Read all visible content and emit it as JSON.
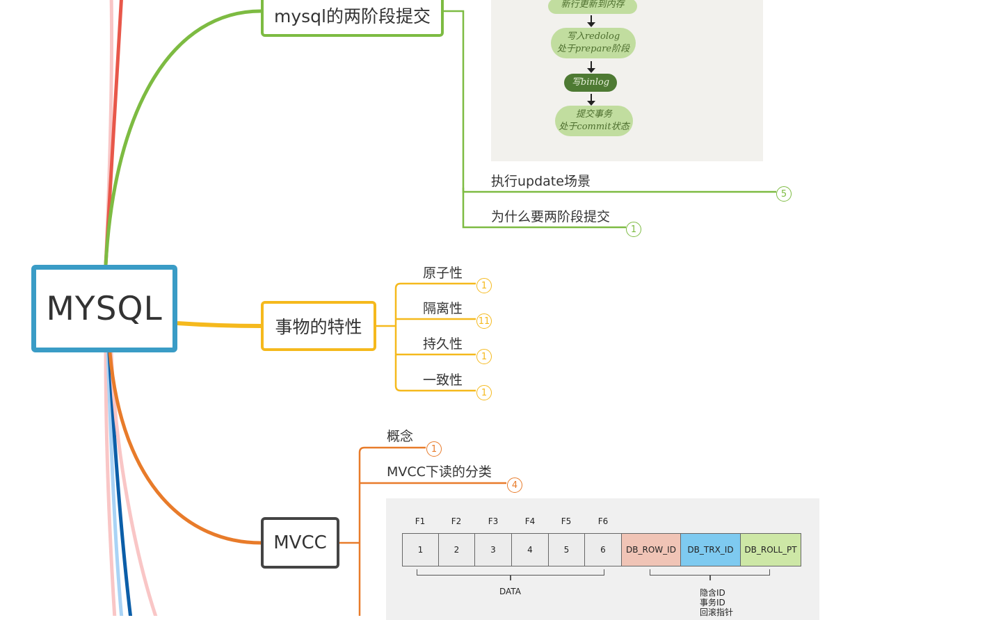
{
  "root": {
    "label": "MYSQL"
  },
  "branches": {
    "two_phase": {
      "label": "mysql的两阶段提交",
      "color": "#7dbb42",
      "children": [
        {
          "label": "执行update场景",
          "count": "5"
        },
        {
          "label": "为什么要两阶段提交",
          "count": "1"
        }
      ],
      "flow_steps": [
        "新行更新到内存",
        "写入redolog",
        "处于prepare阶段",
        "写binlog",
        "提交事务",
        "处于commit状态"
      ]
    },
    "transaction": {
      "label": "事物的特性",
      "color": "#f5b91d",
      "children": [
        {
          "label": "原子性",
          "count": "1"
        },
        {
          "label": "隔离性",
          "count": "11"
        },
        {
          "label": "持久性",
          "count": "1"
        },
        {
          "label": "一致性",
          "count": "1"
        }
      ]
    },
    "mvcc": {
      "label": "MVCC",
      "color": "#e87b2a",
      "children": [
        {
          "label": "概念",
          "count": "1"
        },
        {
          "label": "MVCC下读的分类",
          "count": "4"
        }
      ],
      "table": {
        "headers": [
          "F1",
          "F2",
          "F3",
          "F4",
          "F5",
          "F6"
        ],
        "cells": [
          "1",
          "2",
          "3",
          "4",
          "5",
          "6"
        ],
        "hidden_cols": [
          "DB_ROW_ID",
          "DB_TRX_ID",
          "DB_ROLL_PT"
        ],
        "hidden_colors": [
          "#f0c4b6",
          "#7ecaf0",
          "#cde7a6"
        ],
        "data_caption": "DATA",
        "hidden_caption": [
          "隐含ID",
          "事务ID",
          "回滚指针"
        ]
      }
    }
  }
}
